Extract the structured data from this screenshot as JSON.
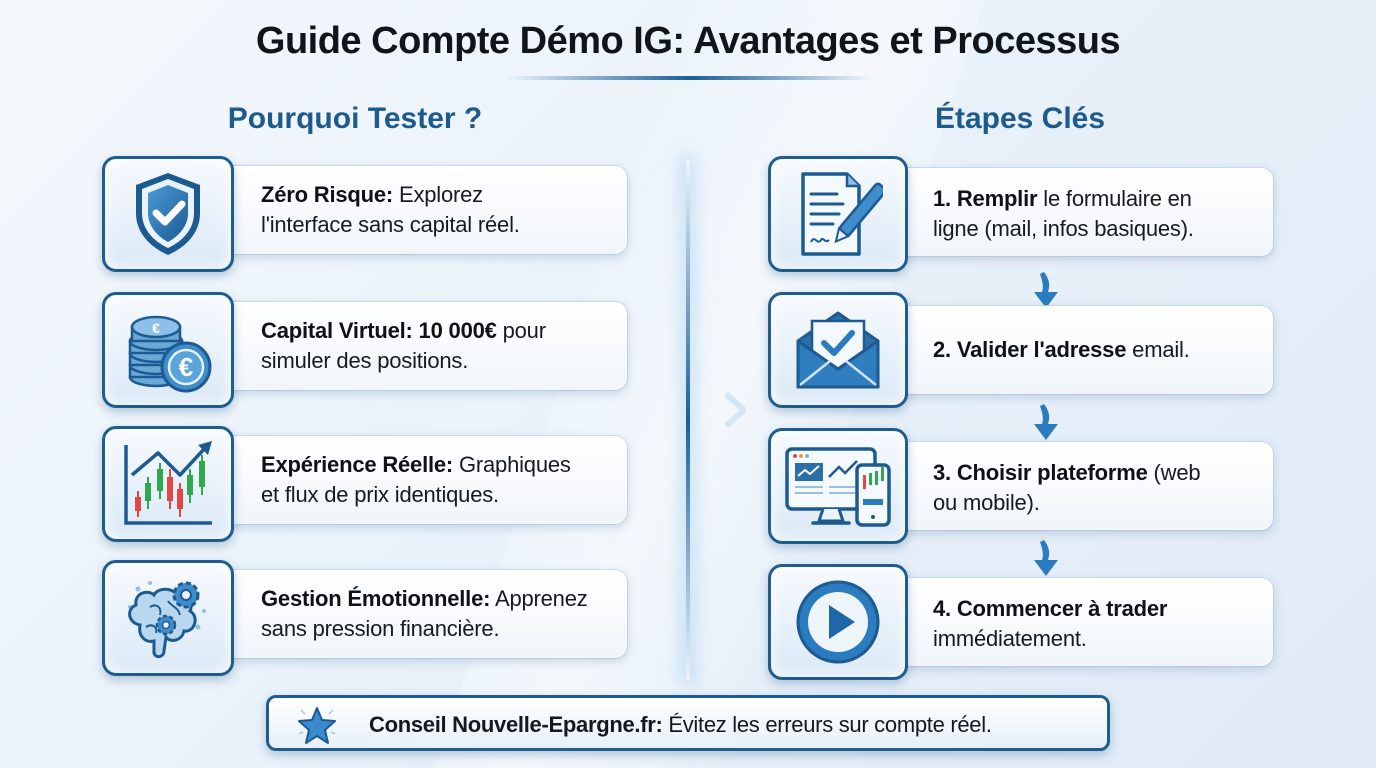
{
  "header": {
    "title": "Guide Compte Démo IG: Avantages et Processus"
  },
  "left_section": {
    "title": "Pourquoi Tester ?",
    "items": [
      {
        "icon": "shield-check-icon",
        "bold": "Zéro Risque:",
        "line1_rest": " Explorez",
        "line2": "l'interface sans capital réel."
      },
      {
        "icon": "euro-coins-icon",
        "bold": "Capital Virtuel: 10 000€",
        "line1_rest": " pour",
        "line2": "simuler des positions."
      },
      {
        "icon": "candlestick-chart-icon",
        "bold": "Expérience Réelle:",
        "line1_rest": " Graphiques",
        "line2": "et flux de prix identiques."
      },
      {
        "icon": "brain-gears-icon",
        "bold": "Gestion Émotionnelle:",
        "line1_rest": " Apprenez",
        "line2": "sans pression financière."
      }
    ]
  },
  "right_section": {
    "title": "Étapes Clés",
    "steps": [
      {
        "icon": "form-pen-icon",
        "bold": "1. Remplir",
        "line1_rest": " le formulaire en",
        "line2": "ligne (mail, infos basiques)."
      },
      {
        "icon": "envelope-check-icon",
        "bold": "2. Valider l'adresse",
        "line1_rest": " email.",
        "line2": ""
      },
      {
        "icon": "desktop-mobile-icon",
        "bold": "3. Choisir plateforme",
        "line1_rest": " (web",
        "line2": "ou mobile)."
      },
      {
        "icon": "play-circle-icon",
        "bold": "4. Commencer à trader",
        "line1_rest": "",
        "line2": "immédiatement."
      }
    ]
  },
  "footer_tip": {
    "icon": "star-icon",
    "bold": "Conseil Nouvelle-Epargne.fr:",
    "text": " Évitez les erreurs sur compte réel."
  },
  "colors": {
    "accent_dark": "#1f5d8f",
    "accent_title": "#1d5a8e",
    "icon_blue": "#2d7fc0",
    "candle_green": "#2fa84f",
    "candle_red": "#e04848"
  }
}
